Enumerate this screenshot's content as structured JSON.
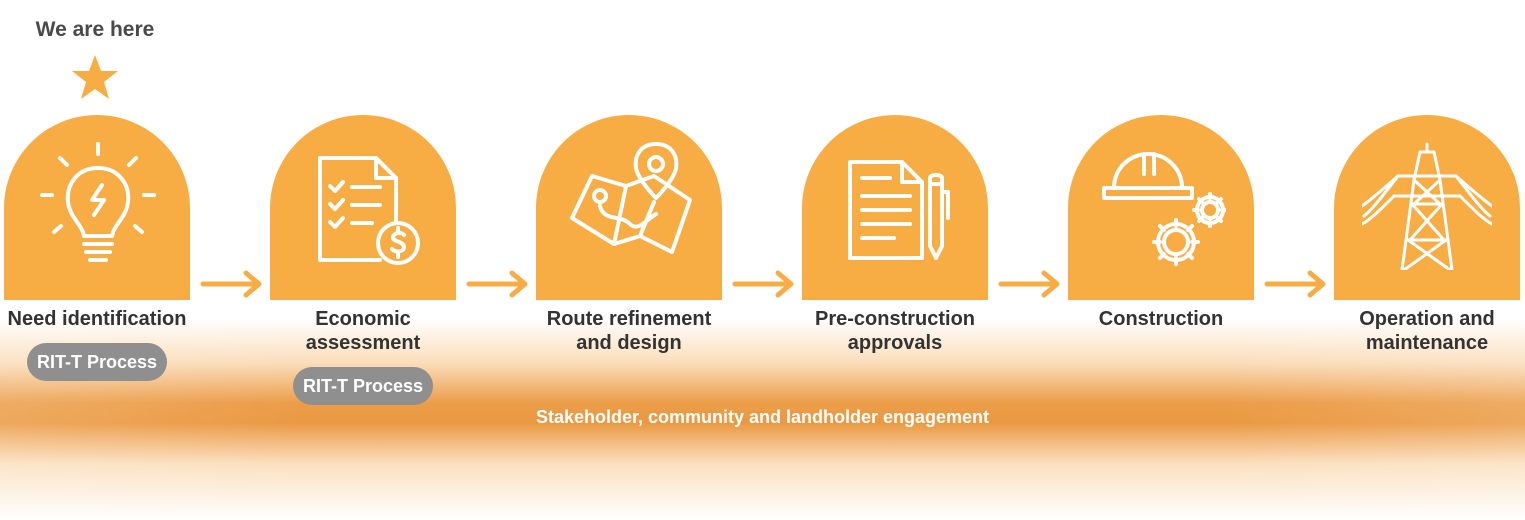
{
  "status": {
    "label": "We are here"
  },
  "stages": [
    {
      "label": "Need identification",
      "icon": "lightbulb-icon",
      "tag": "RIT-T Process"
    },
    {
      "label": "Economic assessment",
      "icon": "checklist-dollar-icon",
      "tag": "RIT-T Process"
    },
    {
      "label": "Route refinement and design",
      "icon": "map-pin-icon"
    },
    {
      "label": "Pre-construction approvals",
      "icon": "document-pen-icon"
    },
    {
      "label": "Construction",
      "icon": "hardhat-gears-icon"
    },
    {
      "label": "Operation and maintenance",
      "icon": "transmission-tower-icon"
    }
  ],
  "engagement": {
    "label": "Stakeholder, community and landholder engagement"
  },
  "colors": {
    "accent": "#f8ad44",
    "pill": "#8f8f8f",
    "band": "#e88e2d",
    "text": "#333333"
  }
}
